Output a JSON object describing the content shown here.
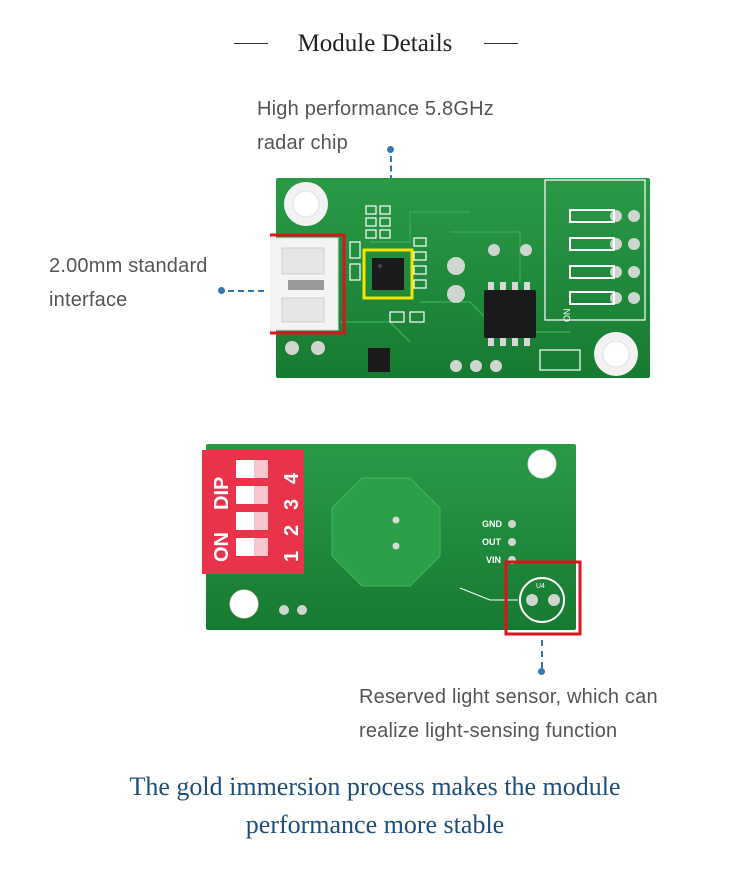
{
  "title": "Module Details",
  "labels": {
    "radar_chip_line1": "High performance 5.8GHz",
    "radar_chip_line2": "radar chip",
    "interface_line1": "2.00mm standard",
    "interface_line2": "interface",
    "light_sensor_line1": "Reserved light sensor, which can",
    "light_sensor_line2": "realize light-sensing function"
  },
  "silkscreen": {
    "gnd": "GND",
    "out": "OUT",
    "vin": "VIN",
    "u4": "U4",
    "on": "ON",
    "dip": "DIP",
    "dip_numbers": [
      "1",
      "2",
      "3",
      "4"
    ],
    "on_small": "ON"
  },
  "footer": {
    "line1": "The gold immersion process makes the module",
    "line2": "performance more stable"
  },
  "colors": {
    "pcb_green": "#1f8a3a",
    "highlight_red": "#d8141c",
    "highlight_yellow": "#f2e600",
    "pointer_blue": "#2f7ab4",
    "footer_blue": "#1e4f7b",
    "dip_red": "#e8334a"
  }
}
